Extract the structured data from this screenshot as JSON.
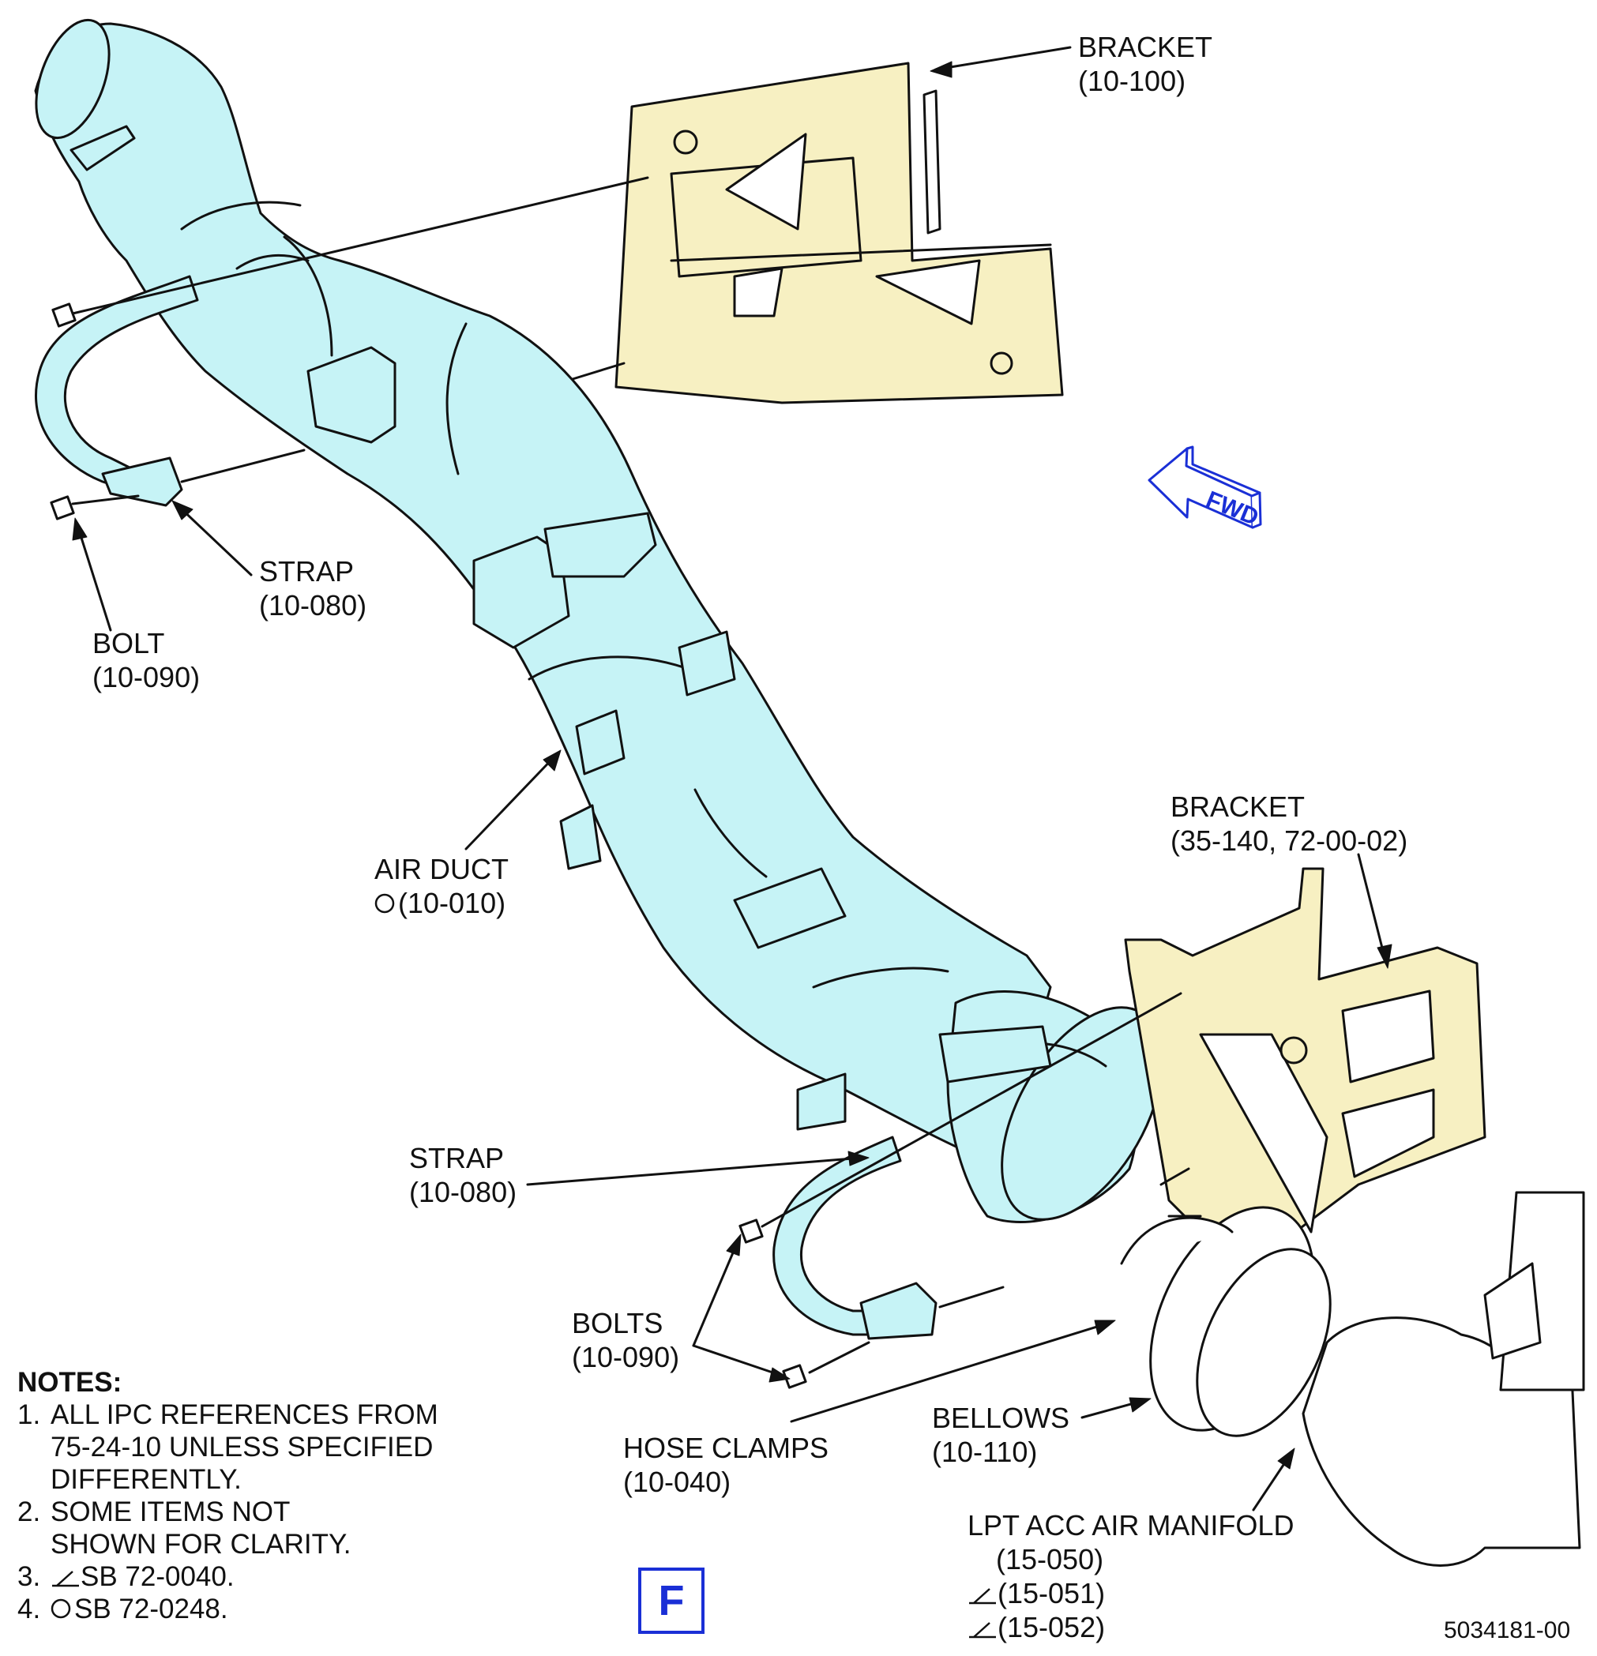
{
  "labels": {
    "bracket_top": {
      "name": "BRACKET",
      "ref": "(10-100)"
    },
    "bracket_right": {
      "name": "BRACKET",
      "ref": "(35-140, 72-00-02)"
    },
    "strap_upper": {
      "name": "STRAP",
      "ref": "(10-080)"
    },
    "bolt_upper": {
      "name": "BOLT",
      "ref": "(10-090)"
    },
    "air_duct": {
      "name": "AIR DUCT",
      "ref": "(10-010)"
    },
    "strap_lower": {
      "name": "STRAP",
      "ref": "(10-080)"
    },
    "bolts_lower": {
      "name": "BOLTS",
      "ref": "(10-090)"
    },
    "hose_clamps": {
      "name": "HOSE CLAMPS",
      "ref": "(10-040)"
    },
    "bellows": {
      "name": "BELLOWS",
      "ref": "(10-110)"
    },
    "manifold": {
      "name": "LPT ACC AIR MANIFOLD",
      "ref1": "(15-050)",
      "ref2": "(15-051)",
      "ref3": "(15-052)"
    }
  },
  "fwd_label": "FWD",
  "notes": {
    "title": "NOTES:",
    "items": [
      {
        "num": "1.",
        "lines": [
          "ALL IPC REFERENCES FROM",
          "75-24-10 UNLESS SPECIFIED",
          "DIFFERENTLY."
        ]
      },
      {
        "num": "2.",
        "lines": [
          "SOME ITEMS NOT",
          "SHOWN FOR CLARITY."
        ]
      },
      {
        "num": "3.",
        "text": "SB 72-0040."
      },
      {
        "num": "4.",
        "text": "SB 72-0248."
      }
    ]
  },
  "view_letter": "F",
  "drawing_number": "5034181-00",
  "colors": {
    "duct_fill": "#c6f3f6",
    "bracket_fill": "#f7f0c2",
    "accent_blue": "#1a2fd6",
    "line": "#111111"
  }
}
